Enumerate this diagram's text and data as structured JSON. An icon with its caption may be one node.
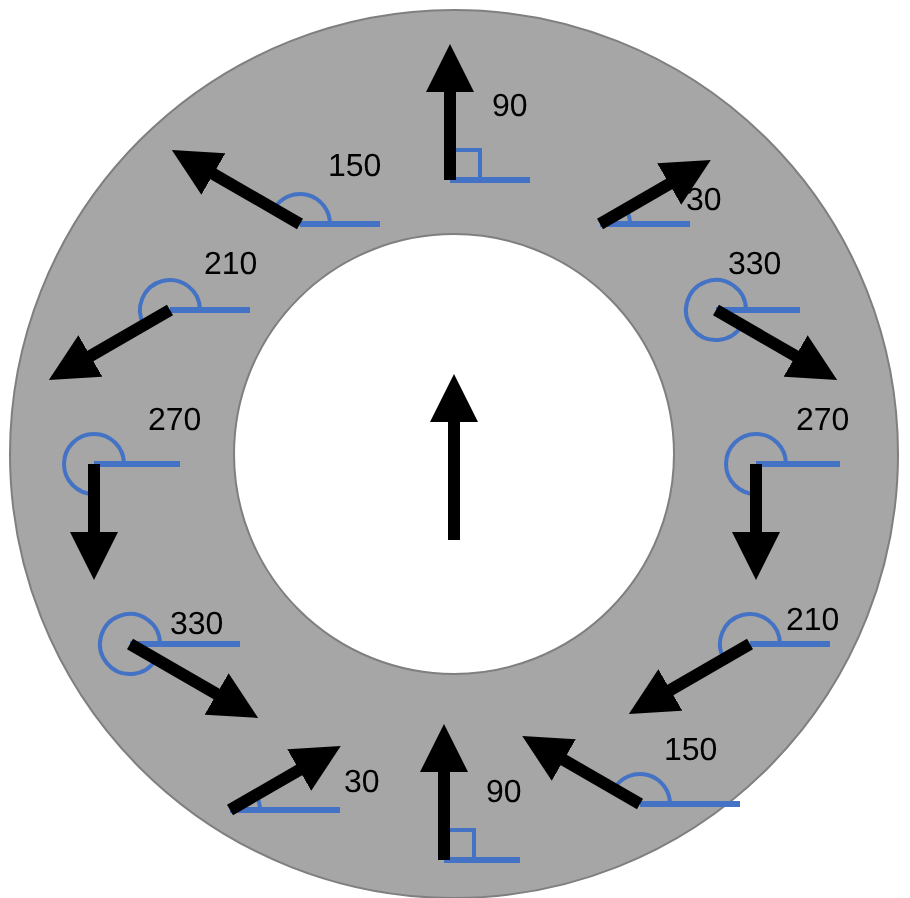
{
  "diagram": {
    "labels": [
      "90",
      "150",
      "30",
      "210",
      "330",
      "270",
      "270",
      "330",
      "210",
      "150",
      "30",
      "90"
    ]
  }
}
